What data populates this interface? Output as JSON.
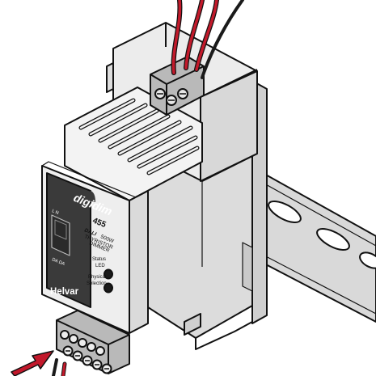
{
  "device": {
    "brand_logo": "digidim",
    "model_number": "455",
    "protocol": "DALI",
    "power_rating": "500W",
    "type_line1": "THYRISTOR",
    "type_line2": "DIMMER",
    "status_led_line1": "Status",
    "status_led_line2": "LED",
    "physical_selection_line1": "Physical",
    "physical_selection_line2": "Selection",
    "manufacturer": "Helvar",
    "terminal_label_top": "L N",
    "terminal_label_bottom": "DA DA"
  },
  "colors": {
    "device_body": "#e9e9e9",
    "front_panel": "#3a3a3a",
    "din_rail": "#d9d9d9",
    "terminal_block": "#b9b9b9",
    "wire_red": "#c21a2b",
    "wire_black": "#1a1a1a",
    "arrow": "#c2182b",
    "outline": "#111111"
  },
  "icons": {
    "arrow": "insert-arrow-icon"
  }
}
